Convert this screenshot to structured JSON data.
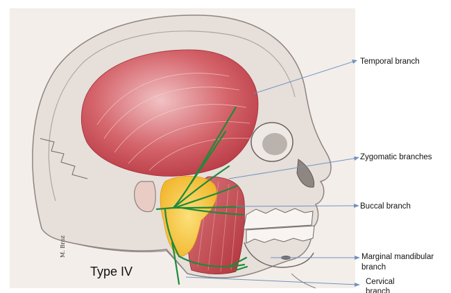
{
  "figure": {
    "type_label": "Type IV",
    "artist_signature": "M. Broz",
    "colors": {
      "background_panel": "#f2ece8",
      "skull_bone": "#e3ddd8",
      "muscle": "#c8414b",
      "parotid_gland": "#f6cf3a",
      "nerve": "#1f8a3a",
      "pointer_line": "#6f8fbf"
    }
  },
  "labels": {
    "temporal": "Temporal  branch",
    "zygomatic": "Zygomatic branches",
    "buccal": "Buccal branch",
    "marginal_line1": "Marginal mandibular",
    "marginal_line2": "branch",
    "cervical_line1": "Cervical",
    "cervical_line2": "branch"
  }
}
